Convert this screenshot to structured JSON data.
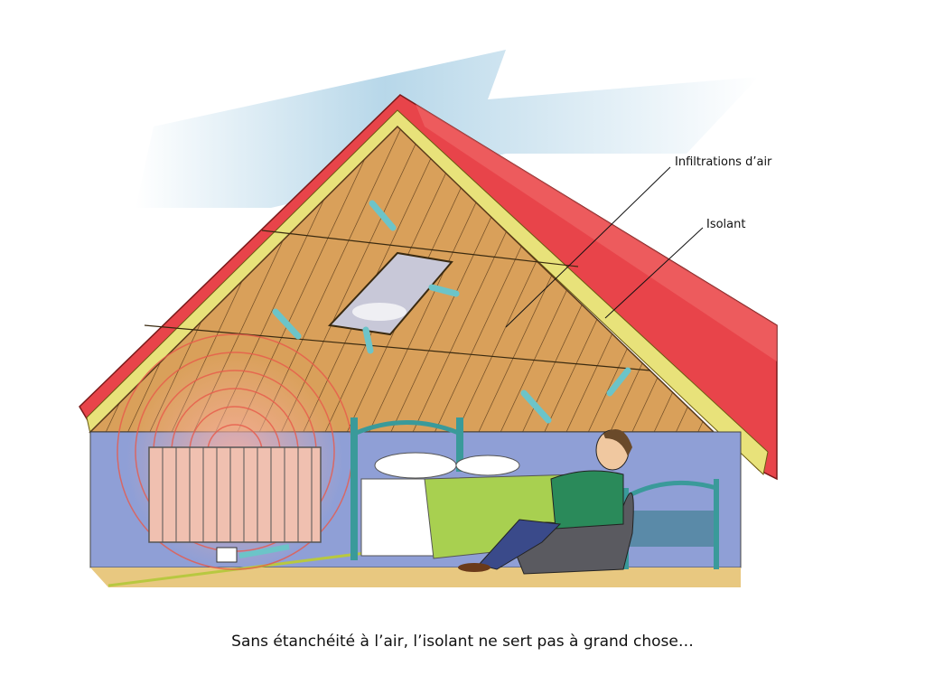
{
  "labels": {
    "infiltrations": "Infiltrations d’air",
    "isolant": "Isolant"
  },
  "caption": "Sans étanchéité à l’air, l’isolant ne sert pas à grand chose…",
  "colors": {
    "roof": "#e8444a",
    "wood": "#d9a05a",
    "insulation": "#e8e27a",
    "wall": "#8f9fd6",
    "sky": "#7fb8d8",
    "arrow": "#6cc4c8",
    "heat": "#e85a4a"
  }
}
